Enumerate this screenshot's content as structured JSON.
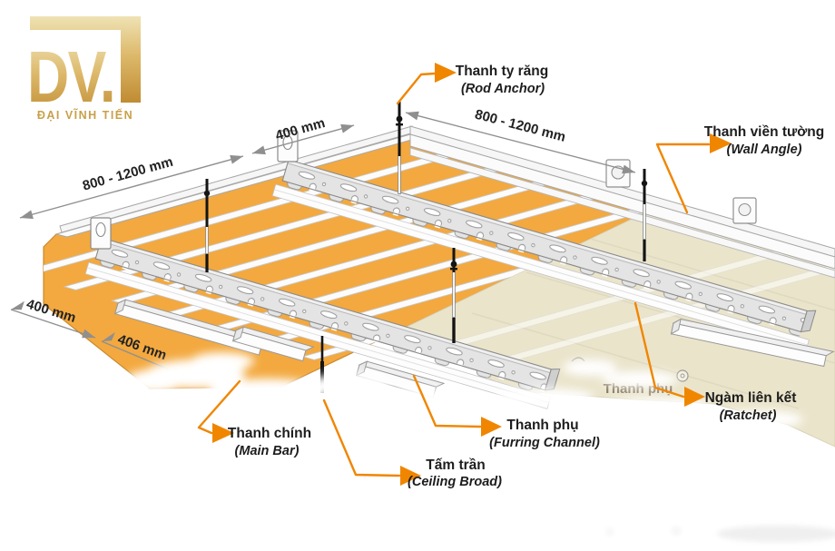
{
  "logo": {
    "mark": "DV.",
    "company": "ĐẠI VĨNH TIẾN"
  },
  "labels": {
    "rod_anchor": {
      "vi": "Thanh ty răng",
      "en": "(Rod Anchor)"
    },
    "wall_angle": {
      "vi": "Thanh viền tường",
      "en": "(Wall Angle)"
    },
    "main_bar": {
      "vi": "Thanh chính",
      "en": "(Main Bar)"
    },
    "ceiling_board": {
      "vi": "Tấm trần",
      "en": "(Ceiling Broad)"
    },
    "furring_channel": {
      "vi": "Thanh phụ",
      "en": "(Furring Channel)"
    },
    "ratchet": {
      "vi": "Ngàm liên kết",
      "en": "(Ratchet)"
    },
    "faded_furring": "Thanh phụ"
  },
  "dimensions": {
    "top_left_span": "800 - 1200 mm",
    "top_left_offset": "400 mm",
    "top_right_span": "800 - 1200 mm",
    "bottom_left_offset": "400 mm",
    "bottom_left_panel": "406 mm"
  },
  "colors": {
    "panel_orange": "#F3A93F",
    "board_beige": "#EAE4CB",
    "callout_orange": "#F08600",
    "metal_gray": "#E4E4E4",
    "line_gray": "#8f8f8f",
    "logo_gold": "#C9973B"
  }
}
